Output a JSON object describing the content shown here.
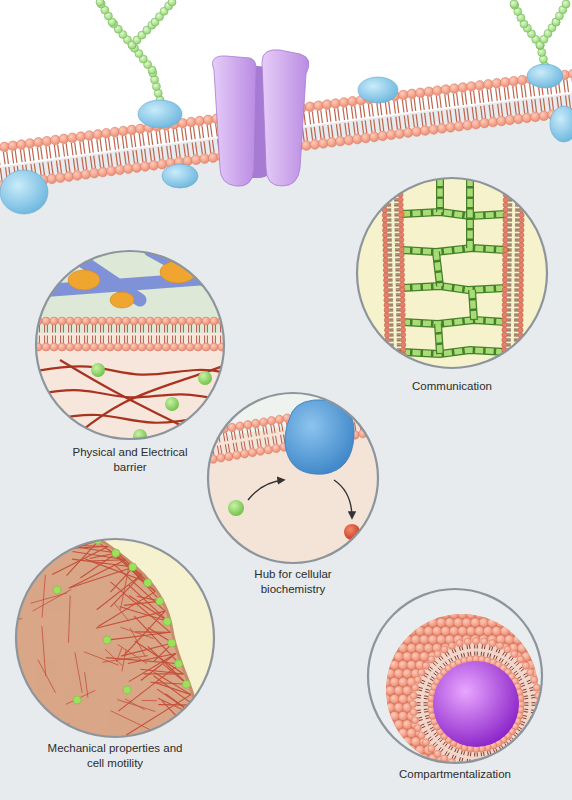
{
  "diagram": {
    "nodes": [
      {
        "text": [
          "Communication"
        ]
      },
      {
        "text": [
          "Physical and Electrical barrier"
        ]
      },
      {
        "text": [
          "Hub for cellular biochemistry"
        ]
      },
      {
        "text": [
          "Mechanical properties and cell motility"
        ]
      },
      {
        "text": [
          "Compartmentalization"
        ]
      }
    ]
  }
}
